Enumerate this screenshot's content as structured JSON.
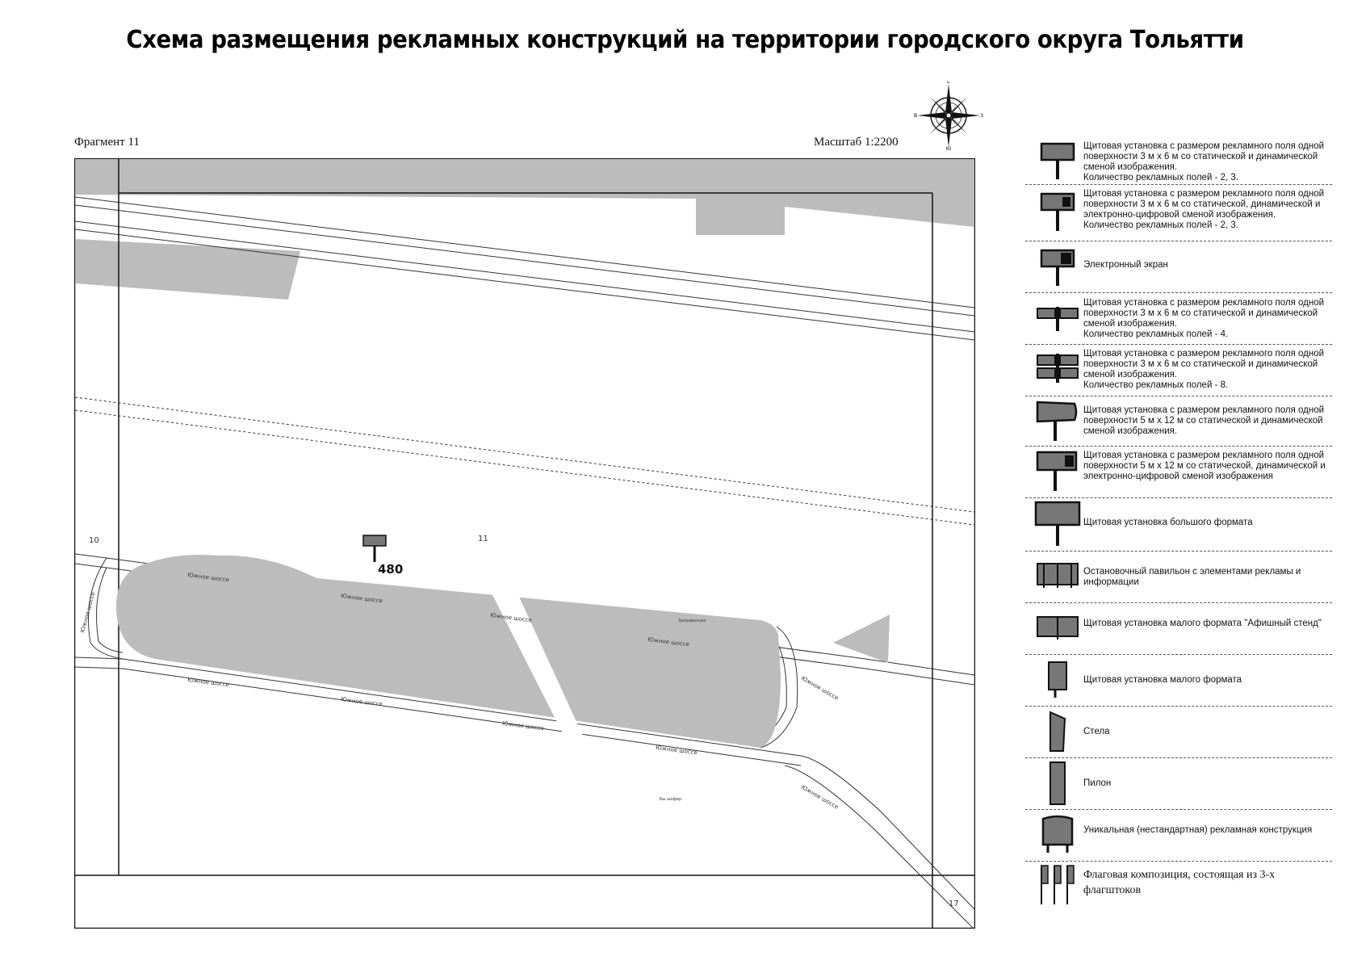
{
  "title": "Схема размещения рекламных конструкций на территории городского округа Тольятти",
  "fragment_label": "Фрагмент 11",
  "scale_label": "Масштаб 1:2200",
  "compass": {
    "n": "С",
    "s": "Ю",
    "w": "В",
    "e": "З"
  },
  "map": {
    "object_number": "480",
    "quarter_labels": [
      "10",
      "11",
      "17"
    ],
    "street_name": "Южное шоссе",
    "small_labels": [
      "Заправочная",
      "Бы шофер"
    ]
  },
  "legend": [
    {
      "icon": "billboard-3x6-icon",
      "text": "Щитовая установка с размером рекламного поля одной поверхности 3 м х 6 м со статической и динамической сменой изображения.\nКоличество рекламных полей - 2, 3."
    },
    {
      "icon": "billboard-3x6-digital-icon",
      "text": "Щитовая установка с размером рекламного поля одной поверхности 3 м х 6 м со статической, динамической и электронно-цифровой сменой изображения.\nКоличество рекламных полей - 2, 3."
    },
    {
      "icon": "electronic-screen-icon",
      "text": "Электронный экран"
    },
    {
      "icon": "billboard-4-fields-icon",
      "text": "Щитовая установка с размером рекламного поля одной поверхности 3 м х 6 м со статической и динамической сменой изображения.\nКоличество рекламных полей - 4."
    },
    {
      "icon": "billboard-8-fields-icon",
      "text": "Щитовая установка с размером рекламного поля одной поверхности 3 м х 6 м со статической и динамической сменой изображения.\nКоличество рекламных полей - 8."
    },
    {
      "icon": "billboard-5x12-icon",
      "text": "Щитовая установка с размером рекламного поля одной поверхности 5 м х 12 м со статической и динамической сменой изображения."
    },
    {
      "icon": "billboard-5x12-digital-icon",
      "text": "Щитовая установка с размером рекламного поля одной поверхности 5 м х 12 м со статической, динамической и электронно-цифровой сменой изображения"
    },
    {
      "icon": "large-format-billboard-icon",
      "text": "Щитовая установка большого формата"
    },
    {
      "icon": "bus-stop-pavilion-icon",
      "text": "Остановочный павильон с элементами рекламы и информации"
    },
    {
      "icon": "poster-stand-icon",
      "text": "Щитовая установка малого формата \"Афишный стенд\""
    },
    {
      "icon": "small-format-billboard-icon",
      "text": "Щитовая установка малого формата"
    },
    {
      "icon": "stele-icon",
      "text": "Стела"
    },
    {
      "icon": "pylon-icon",
      "text": "Пилон"
    },
    {
      "icon": "unique-structure-icon",
      "text": "Уникальная (нестандартная) рекламная конструкция"
    },
    {
      "icon": "flag-composition-icon",
      "text": "Флаговая композиция, состоящая из 3-х флагштоков"
    }
  ]
}
